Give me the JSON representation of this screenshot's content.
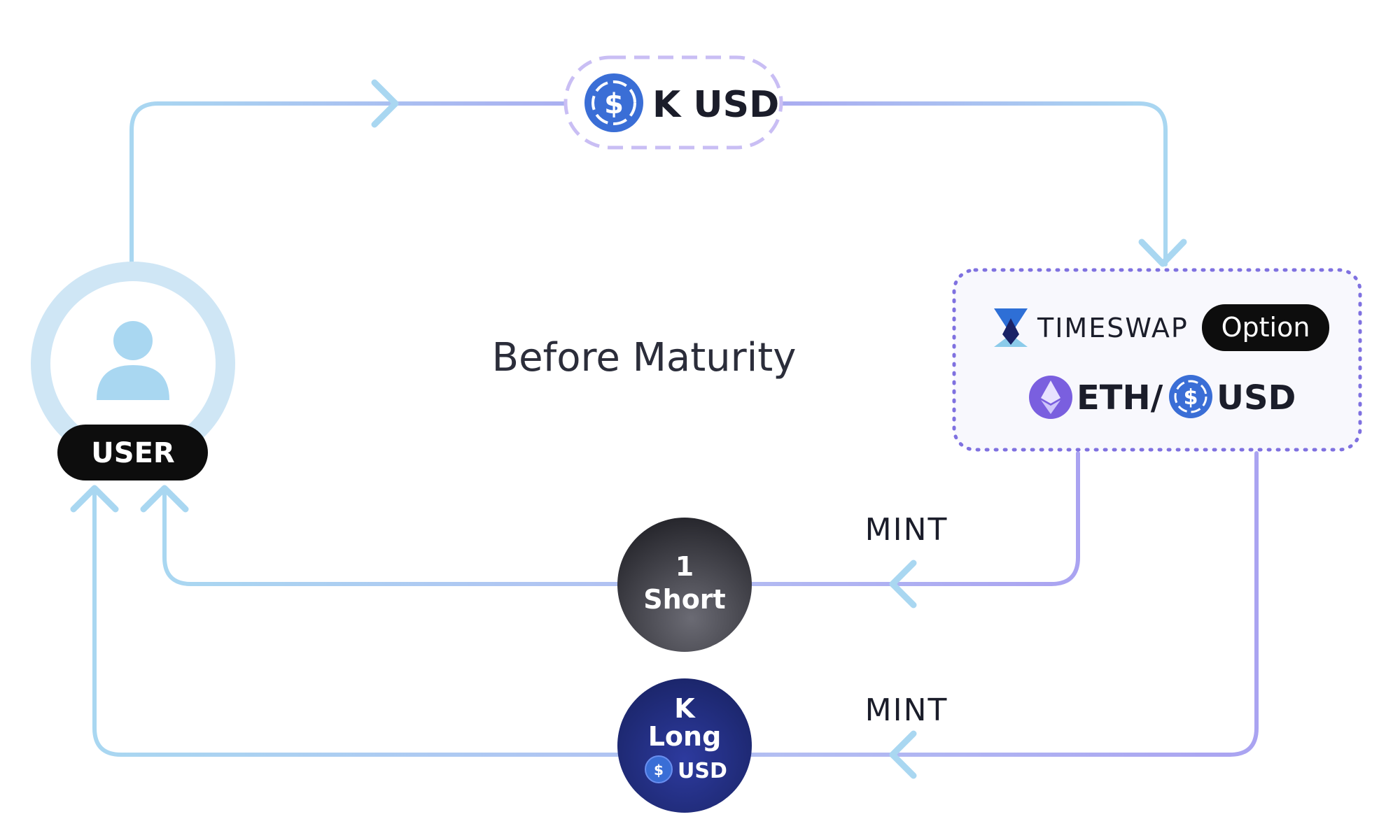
{
  "diagram": {
    "title": "Before Maturity",
    "user_label": "USER",
    "kusd_label": "K USD",
    "protocol": {
      "brand": "TIMESWAP",
      "badge": "Option",
      "pair_base": "ETH/",
      "pair_quote": "USD"
    },
    "short_token": {
      "line1": "1",
      "line2": "Short"
    },
    "long_token": {
      "line1": "K",
      "line2": "Long",
      "currency": "USD"
    },
    "mint_label_1": "MINT",
    "mint_label_2": "MINT"
  },
  "colors": {
    "flow_light_blue": "#a9d7f1",
    "flow_lavender": "#aaa3f1",
    "kusd_dashed_border": "#c9bef4",
    "option_dotted_border": "#7f71e0",
    "option_box_fill": "#f8f8fd",
    "usdc_blue": "#3a6ed6",
    "eth_purple": "#7a5fdf",
    "short_token": "#3a3a42",
    "long_token": "#1f2a7c",
    "pill_black": "#0d0d0d",
    "text_dark": "#2b2d3a"
  },
  "icons": [
    "user-icon",
    "usdc-icon",
    "eth-icon",
    "timeswap-logo-icon",
    "arrow-icon"
  ]
}
